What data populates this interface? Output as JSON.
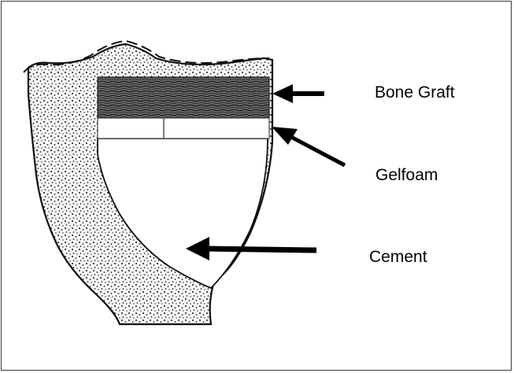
{
  "labels": {
    "bone_graft": "Bone Graft",
    "gelfoam": "Gelfoam",
    "cement": "Cement"
  },
  "colors": {
    "ink": "#000000",
    "bone_fill": "#f6f6f6",
    "graft_fill": "#4a4a4a",
    "frame": "#3a3a3a"
  }
}
